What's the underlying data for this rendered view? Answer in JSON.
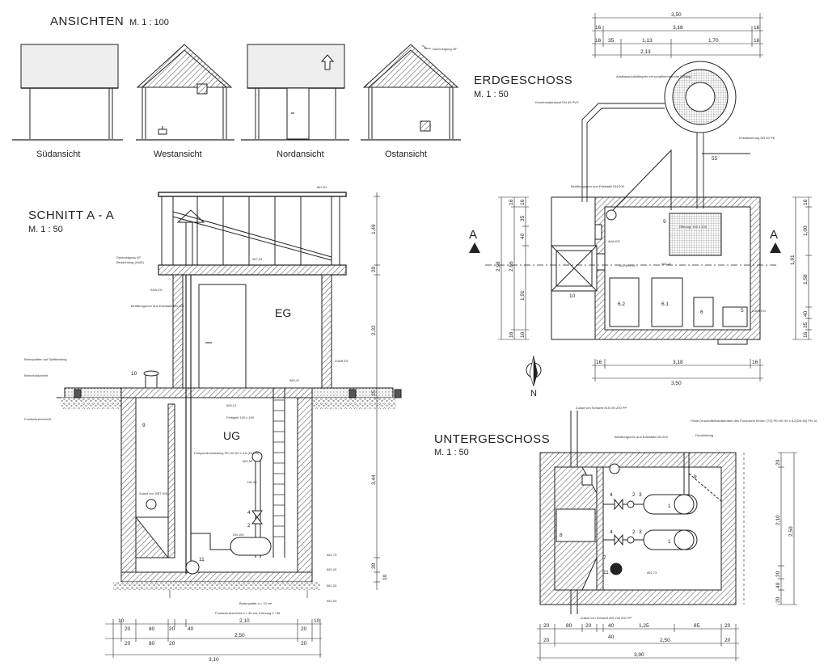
{
  "ansichten": {
    "title": "ANSICHTEN",
    "scale": "M. 1 : 100",
    "views": [
      "Südansicht",
      "Westansicht",
      "Nordansicht",
      "Ostansicht"
    ],
    "roof_pitch": "Dachneigung 40°"
  },
  "schnitt": {
    "title": "SCHNITT  A - A",
    "scale": "M. 1 : 50",
    "room_eg": "EG",
    "room_ug": "UG",
    "number_10": "10",
    "number_9": "9",
    "number_11": "11",
    "number_4": "4",
    "number_2": "2",
    "labels": {
      "dachneigung": "Dachneigung 40°",
      "holzschalung": "Bedachtung (HolS)",
      "aha_eg": "AHA EG",
      "belueftung": "Belüftungsrohr aus Edelstahl DN 200",
      "betonplatten": "Betonplatten auf Splittbettung",
      "betonfundament": "Betonfundament",
      "frostschutz": "Frostschutzschicht",
      "zulauf": "Zulauf von SBT 815",
      "pumpe": "Pumpendruckleitung PE-HD 63 x 5,8 (DN 50)",
      "fertigteil": "Fertigteil 100 x 100",
      "bodenplatte": "Bodenplatte d = 10 cm",
      "frostschutz_2": "Frostschutzschicht d = 30 cm, Körnung 0 / 56",
      "dn40": "DN 40",
      "dn100": "DN 100",
      "zuluft": "Zuluft EG"
    },
    "vertical_dims": [
      "1,49",
      "20",
      "2,32",
      "25",
      "3,44",
      "30",
      "10"
    ],
    "levels": [
      "567,81",
      "567,94",
      "565,12",
      "565,47",
      "562,50",
      "561,73",
      "561,43",
      "561,33",
      "561,03"
    ],
    "bottom_dims_1": [
      "10",
      "20",
      "80",
      "20",
      "40",
      "2,10",
      "20",
      "10"
    ],
    "bottom_dims_2": [
      "20",
      "80",
      "20",
      "2,50",
      "20"
    ],
    "total": "3,10"
  },
  "erdgeschoss": {
    "title": "ERDGESCHOSS",
    "scale": "M. 1 : 50",
    "top_dims_1": "3,50",
    "top_dims_2": [
      "16",
      "3,18",
      "16"
    ],
    "top_dims_3": [
      "16",
      "35",
      "1,13",
      "1,70",
      "16"
    ],
    "top_dims_4": "2,13",
    "left_dims": [
      "16",
      "16",
      "35",
      "40",
      "2,66",
      "2,98",
      "1,91",
      "16",
      "16"
    ],
    "right_dims": [
      "16",
      "1,00",
      "1,91",
      "1,58",
      "40",
      "35",
      "16"
    ],
    "bottom_dims_1": [
      "16",
      "3,18",
      "16"
    ],
    "bottom_dims_2": "3,50",
    "section_a": "A",
    "labels": {
      "auslauf": "Ausblasschalldämpfer mit schallhemmender Füllung",
      "kondensat": "Kondensatauslauf DN 65 PVC",
      "belueftung": "Belüftungsrohr aus Edelstahl DN 200",
      "entwaesserung": "Entwässerung DN 50 PE",
      "aha_eg": "AHA EG",
      "oeffnung": "Öffnung: 100 x 100",
      "do": "DO 50 x 10",
      "zuluft": "Zuluft EG",
      "n55": "55",
      "n9": "9",
      "n10": "10",
      "n62": "6.2",
      "n61": "6.1",
      "n6": "6",
      "n5": "5",
      "level": "565,42"
    },
    "north": "N"
  },
  "untergeschoss": {
    "title": "UNTERGESCHOSS",
    "scale": "M. 1 : 50",
    "labels": {
      "zulauf_top": "Zulauf von Schacht 815 DN 200 PP",
      "belueftung": "Belüftungsrohr aus Edelstahl DN 200",
      "pumpen": "Feste Drucklufteinlaufarmatur des Pumpwerk führen (TS) PE-HD 90 x 8,2(DN 80) PN 16",
      "druckleitung": "Druckleitung",
      "zulauf_bottom": "Zulauf von Schacht 801 DN 200 PP",
      "level": "561,73"
    },
    "numbers": [
      "4",
      "2",
      "3",
      "1",
      "4",
      "2",
      "3",
      "1",
      "9",
      "8",
      "7",
      "11"
    ],
    "right_dims": [
      "20",
      "2,10",
      "2,50",
      "20",
      "40",
      "20"
    ],
    "bottom_dims_1": [
      "20",
      "80",
      "20",
      "40",
      "1,25",
      "85",
      "20"
    ],
    "bottom_dims_1b": "40",
    "bottom_dims_2": [
      "20",
      "2,50",
      "20"
    ],
    "total": "3,90"
  }
}
